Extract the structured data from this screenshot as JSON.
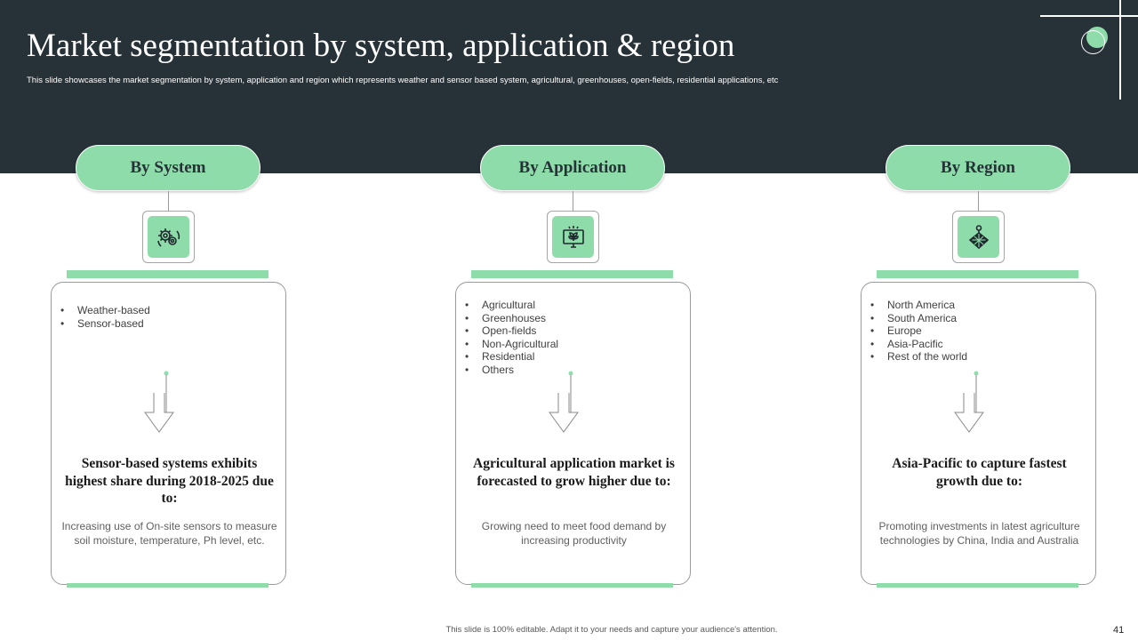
{
  "header": {
    "title": "Market segmentation by system, application & region",
    "subtitle": "This slide showcases the market segmentation by system, application and region which represents weather and sensor based system, agricultural, greenhouses, open-fields, residential applications, etc"
  },
  "columns": [
    {
      "label": "By System",
      "icon": "gears-icon",
      "items": [
        "Weather-based",
        "Sensor-based"
      ],
      "heading": "Sensor-based systems exhibits highest share during 2018-2025 due to:",
      "description": "Increasing use of On-site sensors to measure soil moisture, temperature, Ph level, etc."
    },
    {
      "label": "By Application",
      "icon": "monitor-plant-icon",
      "items": [
        "Agricultural",
        "Greenhouses",
        "Open-fields",
        "Non-Agricultural",
        "Residential",
        "Others"
      ],
      "heading": "Agricultural application market is forecasted to grow higher due to:",
      "description": "Growing need to meet food demand by increasing productivity"
    },
    {
      "label": "By Region",
      "icon": "globe-pin-icon",
      "items": [
        "North America",
        "South America",
        "Europe",
        "Asia-Pacific",
        "Rest of the world"
      ],
      "heading": "Asia-Pacific to capture fastest growth due to:",
      "description": "Promoting investments in latest agriculture technologies by China, India and Australia"
    }
  ],
  "footer": {
    "note": "This slide is 100% editable. Adapt it to your needs and capture your audience's attention.",
    "page_number": "41"
  },
  "colors": {
    "header_bg": "#273238",
    "accent_green": "#8fdcab",
    "text_dark": "#1a1a1a"
  }
}
